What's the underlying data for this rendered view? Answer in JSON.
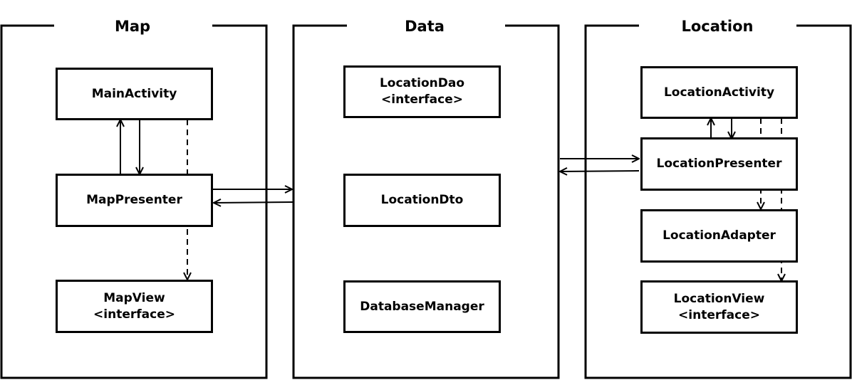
{
  "packages": {
    "map": {
      "title": "Map"
    },
    "data": {
      "title": "Data"
    },
    "location": {
      "title": "Location"
    }
  },
  "classes": {
    "main_activity": {
      "name": "MainActivity"
    },
    "map_presenter": {
      "name": "MapPresenter"
    },
    "map_view": {
      "name": "MapView",
      "stereotype": "<interface>"
    },
    "location_dao": {
      "name": "LocationDao",
      "stereotype": "<interface>"
    },
    "location_dto": {
      "name": "LocationDto"
    },
    "database_manager": {
      "name": "DatabaseManager"
    },
    "location_activity": {
      "name": "LocationActivity"
    },
    "location_presenter": {
      "name": "LocationPresenter"
    },
    "location_adapter": {
      "name": "LocationAdapter"
    },
    "location_view": {
      "name": "LocationView",
      "stereotype": "<interface>"
    }
  },
  "colors": {
    "stroke": "#000000",
    "background": "#ffffff"
  }
}
